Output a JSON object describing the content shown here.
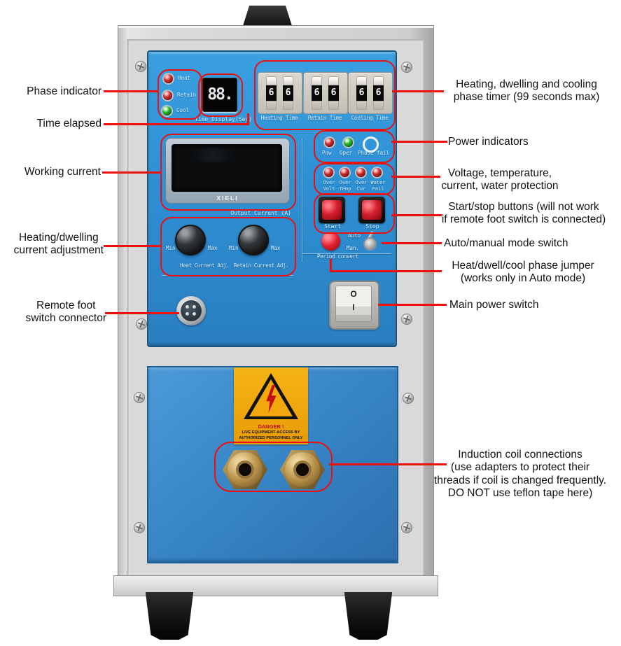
{
  "machine": {
    "brand": "XIELI",
    "phase_indicators": {
      "heat": "Heat",
      "retain": "Retain",
      "cool": "Cool"
    },
    "time_display": {
      "value": "88.",
      "label": "Time Display(Sec)"
    },
    "timers": {
      "units": [
        {
          "label": "Heating Time",
          "d1": "6",
          "d2": "6"
        },
        {
          "label": "Retain Time",
          "d1": "6",
          "d2": "6"
        },
        {
          "label": "Cooling Time",
          "d1": "6",
          "d2": "6"
        }
      ]
    },
    "power_indicators": {
      "pow": "Pow",
      "oper": "Oper",
      "phase_fail": "Phase fail"
    },
    "protection": {
      "row1": [
        "Over",
        "Over",
        "Over",
        "Water"
      ],
      "row2": [
        "Volt",
        "Temp",
        "Cur",
        "Fail"
      ]
    },
    "start_label": "Start",
    "stop_label": "Stop",
    "mode": {
      "auto": "Auto",
      "man": "Man."
    },
    "period_convert_label": "Period convert",
    "output_current_label": "Output Current (A)",
    "knobs": {
      "min": "Min",
      "max": "Max",
      "heat_adj": "Heat Current Adj.",
      "retain_adj": "Retain Current Adj."
    },
    "power_switch": {
      "off": "O",
      "on": "I"
    },
    "danger": {
      "title": "DANGER !",
      "line1": "LIVE EQUIPMENT-ACCESS BY",
      "line2": "AUTHORIZED PERSONNEL ONLY"
    }
  },
  "annotations": {
    "left": [
      {
        "text": "Phase indicator"
      },
      {
        "text": "Time elapsed"
      },
      {
        "text": "Working current"
      },
      {
        "text": "Heating/dwelling\ncurrent adjustment"
      },
      {
        "text": "Remote foot\nswitch connector"
      }
    ],
    "right": [
      {
        "text": "Heating, dwelling and cooling\nphase timer (99 seconds max)"
      },
      {
        "text": "Power indicators"
      },
      {
        "text": "Voltage, temperature,\ncurrent, water protection"
      },
      {
        "text": "Start/stop buttons (will not work\nif remote foot switch is connected)"
      },
      {
        "text": "Auto/manual mode switch"
      },
      {
        "text": "Heat/dwell/cool phase jumper\n(works only in Auto mode)"
      },
      {
        "text": "Main power switch"
      },
      {
        "text": "Induction coil connections\n(use adapters to protect their\nthreads if coil is changed frequently.\nDO NOT use teflon tape here)"
      }
    ]
  },
  "colors": {
    "annotation_red": "#ee0f0f",
    "panel_blue": "#2e90d4",
    "cabinet_gray": "#d6d6d6",
    "danger_yellow": "#f2a80c"
  }
}
